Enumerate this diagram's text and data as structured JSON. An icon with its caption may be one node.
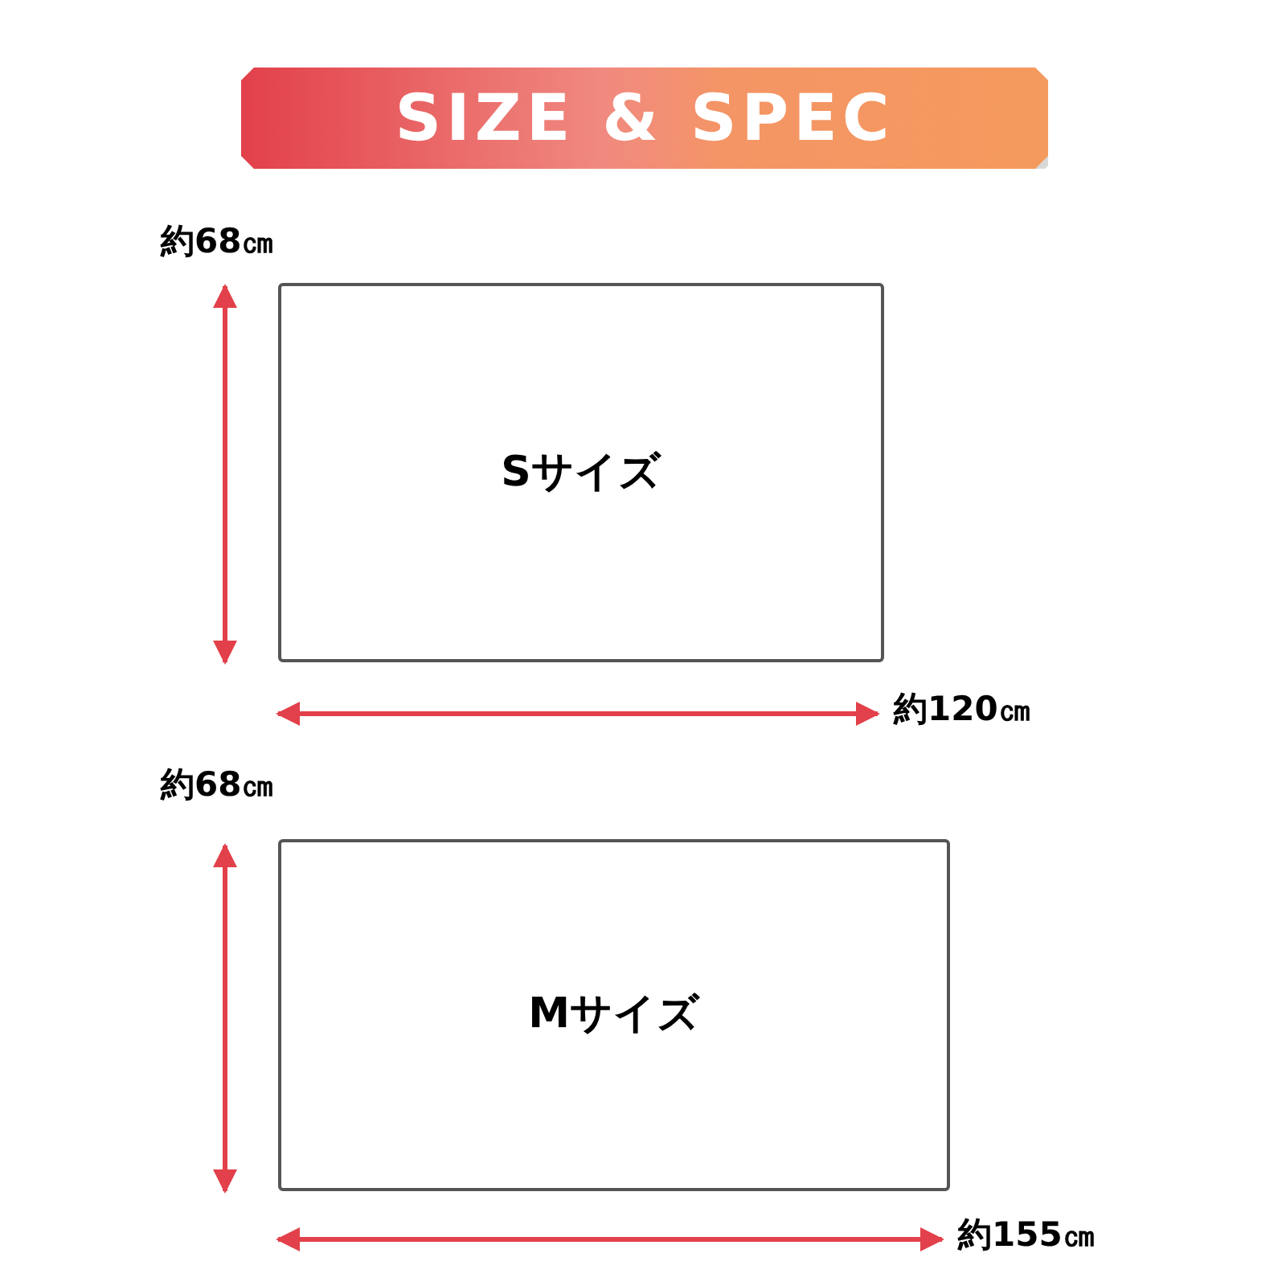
{
  "diagram": {
    "title": "SIZE & SPEC",
    "nodes": [
      {
        "text": [
          "Sサイズ"
        ]
      },
      {
        "text": [
          "Mサイズ"
        ]
      }
    ],
    "labels": [
      "約68㎝",
      "約120㎝",
      "約68㎝",
      "約155㎝"
    ]
  }
}
